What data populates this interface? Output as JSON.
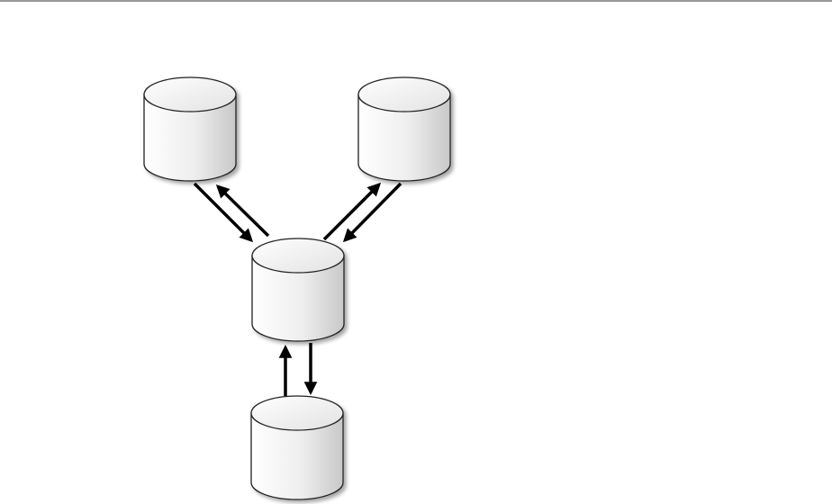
{
  "diagram": {
    "nodes": [
      {
        "id": "db-top-left",
        "shape": "cylinder"
      },
      {
        "id": "db-top-right",
        "shape": "cylinder"
      },
      {
        "id": "db-center",
        "shape": "cylinder"
      },
      {
        "id": "db-bottom",
        "shape": "cylinder"
      }
    ],
    "connections": [
      {
        "from": "db-top-left",
        "to": "db-center",
        "direction": "bidirectional"
      },
      {
        "from": "db-top-right",
        "to": "db-center",
        "direction": "bidirectional"
      },
      {
        "from": "db-center",
        "to": "db-bottom",
        "direction": "bidirectional"
      }
    ]
  },
  "colors": {
    "outline": "#222222",
    "fill_light": "#ffffff",
    "fill_dark": "#d3d3d3",
    "arrow": "#000000",
    "top_rule": "#333333"
  }
}
